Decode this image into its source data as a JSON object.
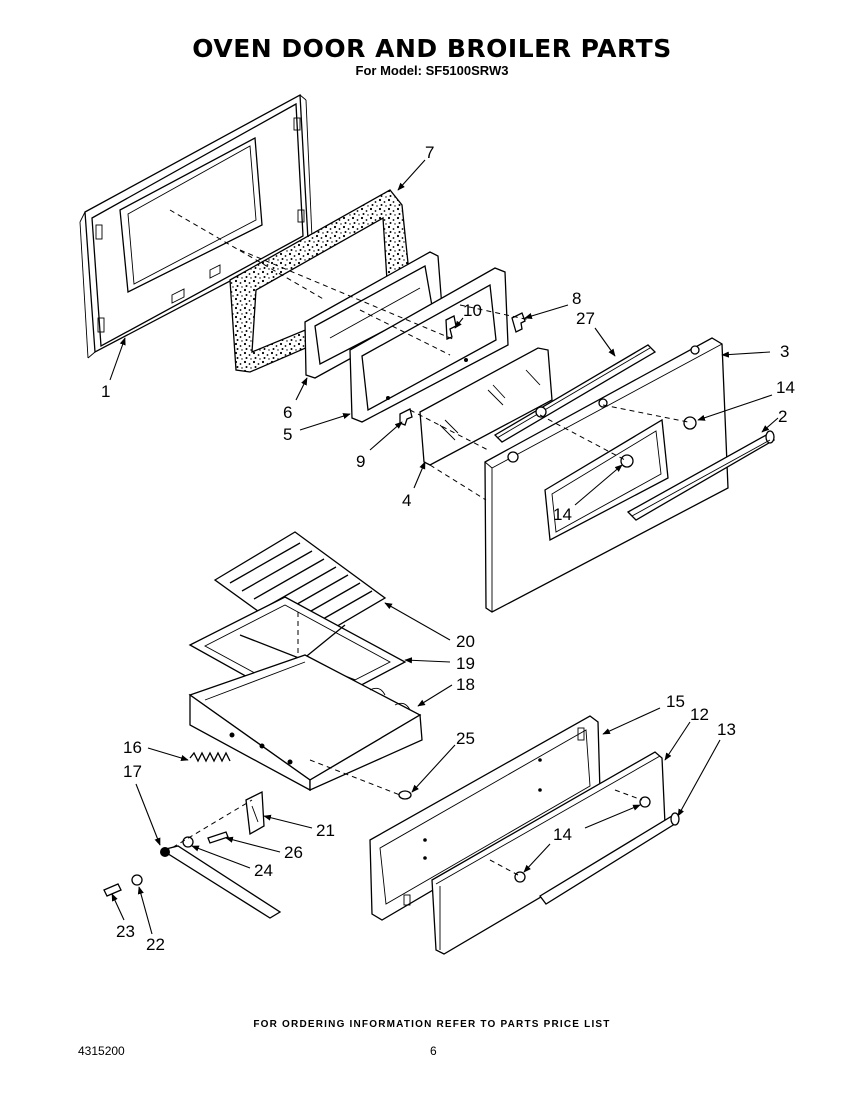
{
  "header": {
    "title": "OVEN DOOR AND BROILER PARTS",
    "subtitle": "For Model: SF5100SRW3"
  },
  "callouts": {
    "p1": "1",
    "p2": "2",
    "p3": "3",
    "p4": "4",
    "p5": "5",
    "p6": "6",
    "p7": "7",
    "p8": "8",
    "p9": "9",
    "p10": "10",
    "p12": "12",
    "p13": "13",
    "p14a": "14",
    "p14b": "14",
    "p14c": "14",
    "p15": "15",
    "p16": "16",
    "p17": "17",
    "p18": "18",
    "p19": "19",
    "p20": "20",
    "p21": "21",
    "p22": "22",
    "p23": "23",
    "p24": "24",
    "p25": "25",
    "p26": "26",
    "p27": "27"
  },
  "footer": {
    "note": "FOR ORDERING INFORMATION REFER TO PARTS PRICE LIST",
    "code": "4315200",
    "page": "6"
  }
}
